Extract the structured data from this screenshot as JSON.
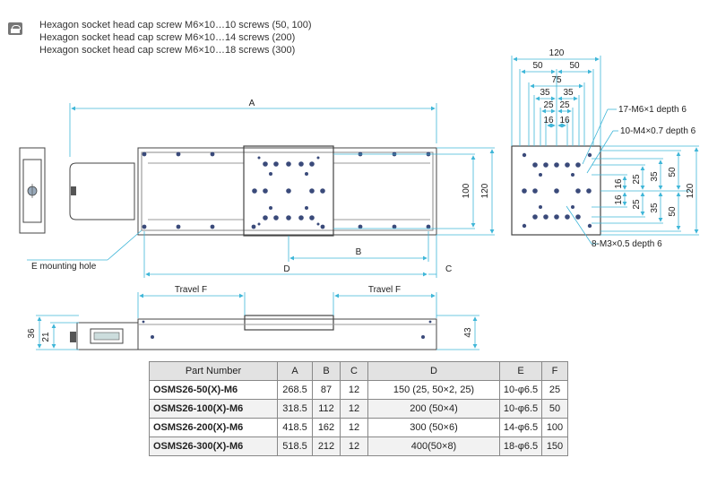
{
  "notes": {
    "icon": "screw-icon",
    "lines": [
      "Hexagon socket head cap screw M6×10…10 screws (50, 100)",
      "Hexagon socket head cap screw M6×10…14 screws (200)",
      "Hexagon socket head cap screw M6×10…18 screws (300)"
    ]
  },
  "top_view": {
    "dim_a": "A",
    "dim_b": "B",
    "dim_c": "C",
    "dim_d": "D",
    "dim_100": "100",
    "dim_120": "120",
    "mounting_hole": "E mounting hole"
  },
  "end_view": {
    "width_120": "120",
    "width_50": "50",
    "width_75": "75",
    "width_35a": "35",
    "width_35b": "35",
    "width_25a": "25",
    "width_25b": "25",
    "width_16a": "16",
    "width_16b": "16",
    "v_16a": "16",
    "v_16b": "16",
    "v_25a": "25",
    "v_25b": "25",
    "v_35a": "35",
    "v_35b": "35",
    "v_50a": "50",
    "v_50b": "50",
    "v_120": "120",
    "callout_1": "17-M6×1 depth 6",
    "callout_2": "10-M4×0.7  depth 6",
    "callout_3": "8-M3×0.5 depth 6"
  },
  "side_view": {
    "travel_left": "Travel F",
    "travel_right": "Travel F",
    "dim_36": "36",
    "dim_21": "21",
    "dim_43": "43"
  },
  "table": {
    "headers": [
      "Part Number",
      "A",
      "B",
      "C",
      "D",
      "E",
      "F"
    ],
    "rows": [
      [
        "OSMS26-50(X)-M6",
        "268.5",
        "87",
        "12",
        "150 (25, 50×2, 25)",
        "10-φ6.5",
        "25"
      ],
      [
        "OSMS26-100(X)-M6",
        "318.5",
        "112",
        "12",
        "200 (50×4)",
        "10-φ6.5",
        "50"
      ],
      [
        "OSMS26-200(X)-M6",
        "418.5",
        "162",
        "12",
        "300 (50×6)",
        "14-φ6.5",
        "100"
      ],
      [
        "OSMS26-300(X)-M6",
        "518.5",
        "212",
        "12",
        "400(50×8)",
        "18-φ6.5",
        "150"
      ]
    ]
  },
  "colors": {
    "dimension_line": "#3fb6d8",
    "outline": "#444444",
    "hole": "#3a4a7a",
    "table_header": "#e2e2e2"
  }
}
